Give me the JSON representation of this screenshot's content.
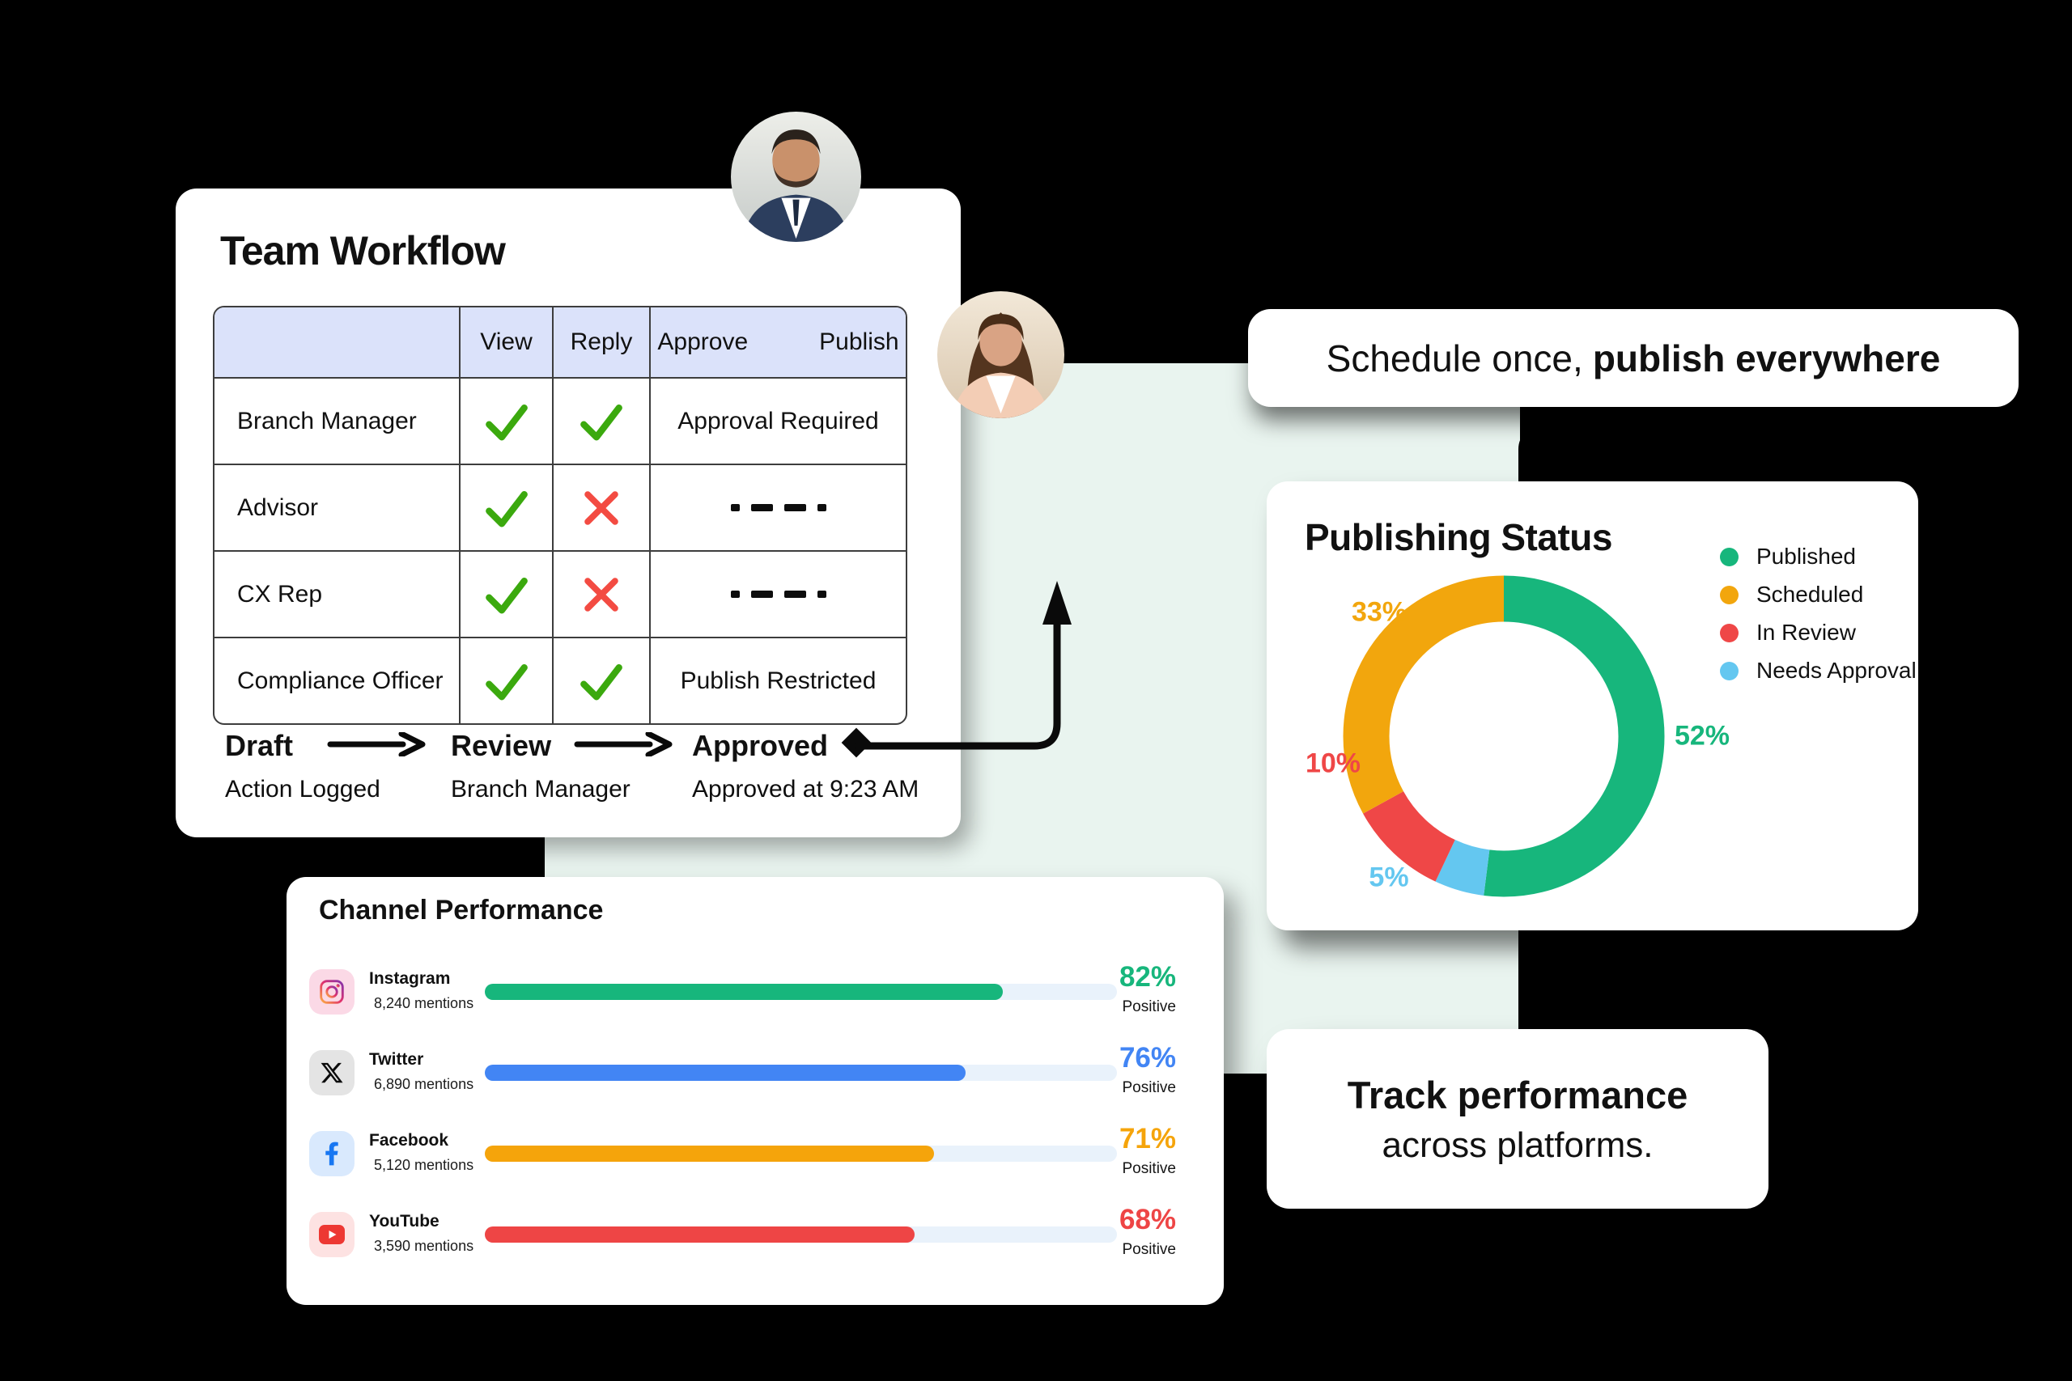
{
  "colors": {
    "background": "#000000",
    "mint_panel": "#E9F4EF",
    "table_header_bg": "#DBE2FA",
    "check_green": "#3BA90E",
    "cross_red": "#F34B42",
    "published_green": "#17B67C",
    "scheduled_orange": "#F2A60D",
    "in_review_red": "#EF4747",
    "needs_approval_blue": "#64C7F0",
    "instagram_green_bar": "#17B67C",
    "twitter_blue": "#4285F4",
    "facebook_orange": "#F5A40B",
    "youtube_red": "#EE4545"
  },
  "workflow_card": {
    "title": "Team Workflow",
    "table": {
      "col_headers": [
        "View",
        "Reply",
        "Approve",
        "Publish"
      ],
      "rows": [
        {
          "role": "Branch Manager",
          "view": "check",
          "reply": "check",
          "permission": "Approval Required",
          "dashes": false
        },
        {
          "role": "Advisor",
          "view": "check",
          "reply": "cross",
          "permission": "",
          "dashes": true
        },
        {
          "role": "CX Rep",
          "view": "check",
          "reply": "cross",
          "permission": "",
          "dashes": true
        },
        {
          "role": "Compliance Officer",
          "view": "check",
          "reply": "check",
          "permission": "Publish Restricted",
          "dashes": false
        }
      ]
    },
    "flow": {
      "stages": [
        {
          "label": "Draft",
          "note": "Action Logged"
        },
        {
          "label": "Review",
          "note": "Branch Manager"
        },
        {
          "label": "Approved",
          "note": "Approved at 9:23 AM"
        }
      ]
    }
  },
  "schedule_banner": {
    "regular": "Schedule once,",
    "bold": "publish everywhere"
  },
  "publishing_card": {
    "title": "Publishing Status",
    "legend": [
      {
        "label": "Published",
        "color": "#17B67C"
      },
      {
        "label": "Scheduled",
        "color": "#F2A60D"
      },
      {
        "label": "In Review",
        "color": "#EF4747"
      },
      {
        "label": "Needs Approval",
        "color": "#64C7F0"
      }
    ],
    "slices": [
      {
        "label": "Published",
        "pct_label": "52%",
        "value": 52,
        "color": "#17B67C"
      },
      {
        "label": "Needs Approval",
        "pct_label": "5%",
        "value": 5,
        "color": "#64C7F0"
      },
      {
        "label": "In Review",
        "pct_label": "10%",
        "value": 10,
        "color": "#EF4747"
      },
      {
        "label": "Scheduled",
        "pct_label": "33%",
        "value": 33,
        "color": "#F2A60D"
      }
    ]
  },
  "channel_card": {
    "title": "Channel Performance",
    "rows": [
      {
        "name": "Instagram",
        "mentions": "8,240 mentions",
        "pct": "82%",
        "value": 82,
        "positive": "Positive",
        "color": "#17B67C",
        "icon": "instagram-icon"
      },
      {
        "name": "Twitter",
        "mentions": "6,890 mentions",
        "pct": "76%",
        "value": 76,
        "positive": "Positive",
        "color": "#4285F4",
        "icon": "x-twitter-icon"
      },
      {
        "name": "Facebook",
        "mentions": "5,120 mentions",
        "pct": "71%",
        "value": 71,
        "positive": "Positive",
        "color": "#F5A40B",
        "icon": "facebook-icon"
      },
      {
        "name": "YouTube",
        "mentions": "3,590 mentions",
        "pct": "68%",
        "value": 68,
        "positive": "Positive",
        "color": "#EE4545",
        "icon": "youtube-icon"
      }
    ]
  },
  "track_banner": {
    "line1_bold": "Track performance",
    "line2": "across platforms."
  },
  "chart_data": [
    {
      "type": "pie",
      "donut": true,
      "title": "Publishing Status",
      "labels": [
        "Published",
        "Scheduled",
        "In Review",
        "Needs Approval"
      ],
      "values": [
        52,
        33,
        10,
        5
      ],
      "colors": [
        "#17B67C",
        "#F2A60D",
        "#EF4747",
        "#64C7F0"
      ],
      "data_labels": [
        "52%",
        "33%",
        "10%",
        "5%"
      ],
      "legend_position": "right",
      "clockwise_order_from_top": [
        "Published",
        "Needs Approval",
        "In Review",
        "Scheduled"
      ]
    },
    {
      "type": "bar",
      "orientation": "horizontal",
      "title": "Channel Performance",
      "categories": [
        "Instagram",
        "Twitter",
        "Facebook",
        "YouTube"
      ],
      "values": [
        82,
        76,
        71,
        68
      ],
      "unit": "% Positive",
      "xlim": [
        0,
        100
      ],
      "mentions": [
        8240,
        6890,
        5120,
        3590
      ],
      "colors": [
        "#17B67C",
        "#4285F4",
        "#F5A40B",
        "#EE4545"
      ]
    }
  ]
}
